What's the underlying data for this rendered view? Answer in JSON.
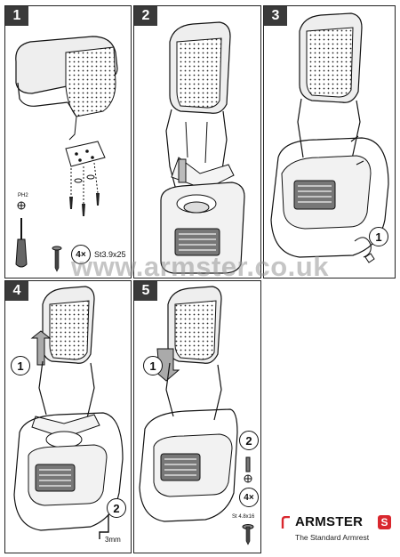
{
  "panels": [
    {
      "number": "1",
      "callouts": [
        {
          "text": "4×"
        }
      ],
      "labels": [
        {
          "text": "PH2"
        },
        {
          "text": "St3.9x25"
        }
      ]
    },
    {
      "number": "2",
      "callouts": [],
      "labels": []
    },
    {
      "number": "3",
      "callouts": [
        {
          "text": "1"
        }
      ],
      "labels": []
    },
    {
      "number": "4",
      "callouts": [
        {
          "text": "1"
        },
        {
          "text": "2"
        }
      ],
      "labels": [
        {
          "text": "3mm"
        }
      ]
    },
    {
      "number": "5",
      "callouts": [
        {
          "text": "1"
        },
        {
          "text": "2"
        },
        {
          "text": "4×"
        }
      ],
      "labels": [
        {
          "text": "St 4.8x16"
        }
      ]
    }
  ],
  "watermark": "www.armster.co.uk",
  "brand": {
    "name": "ARMSTER",
    "badge": "S",
    "tagline": "The Standard Armrest",
    "accent_color": "#d9272e"
  }
}
